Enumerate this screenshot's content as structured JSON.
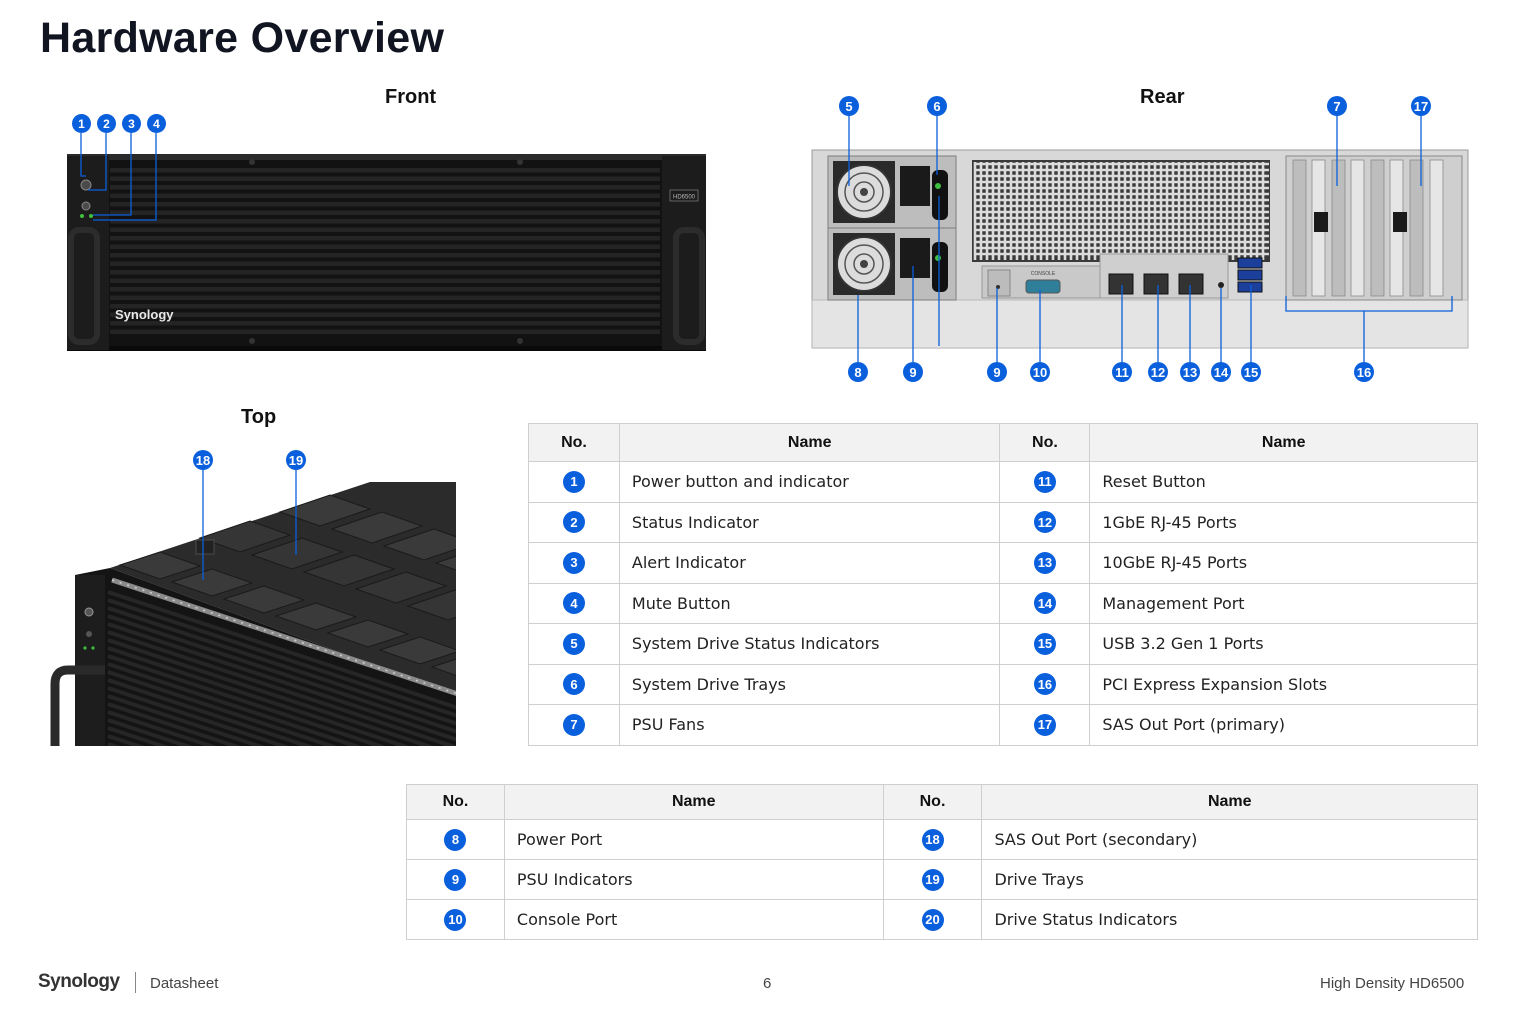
{
  "page": {
    "title": "Hardware Overview",
    "views": {
      "front": "Front",
      "rear": "Rear",
      "top": "Top"
    }
  },
  "front_panel": {
    "brand": "Synology",
    "model_badge": "HD6500"
  },
  "rear_panel": {
    "console_label": "CONSOLE"
  },
  "callouts": {
    "front": [
      "1",
      "2",
      "3",
      "4"
    ],
    "rear_top": [
      "5",
      "6",
      "7",
      "17"
    ],
    "rear_bottom": [
      "8",
      "9",
      "9",
      "10",
      "11",
      "12",
      "13",
      "14",
      "15",
      "16"
    ],
    "top": [
      "18",
      "19"
    ]
  },
  "table1": {
    "headers": [
      "No.",
      "Name",
      "No.",
      "Name"
    ],
    "rows": [
      {
        "n1": "1",
        "name1": "Power button and indicator",
        "n2": "11",
        "name2": "Reset Button"
      },
      {
        "n1": "2",
        "name1": "Status Indicator",
        "n2": "12",
        "name2": "1GbE RJ-45 Ports"
      },
      {
        "n1": "3",
        "name1": "Alert Indicator",
        "n2": "13",
        "name2": "10GbE RJ-45 Ports"
      },
      {
        "n1": "4",
        "name1": "Mute Button",
        "n2": "14",
        "name2": "Management Port"
      },
      {
        "n1": "5",
        "name1": "System Drive Status Indicators",
        "n2": "15",
        "name2": "USB 3.2 Gen 1 Ports"
      },
      {
        "n1": "6",
        "name1": "System Drive Trays",
        "n2": "16",
        "name2": "PCI Express Expansion Slots"
      },
      {
        "n1": "7",
        "name1": "PSU Fans",
        "n2": "17",
        "name2": "SAS Out Port (primary)"
      }
    ]
  },
  "table2": {
    "headers": [
      "No.",
      "Name",
      "No.",
      "Name"
    ],
    "rows": [
      {
        "n1": "8",
        "name1": "Power Port",
        "n2": "18",
        "name2": "SAS Out Port (secondary)"
      },
      {
        "n1": "9",
        "name1": "PSU Indicators",
        "n2": "19",
        "name2": "Drive Trays"
      },
      {
        "n1": "10",
        "name1": "Console Port",
        "n2": "20",
        "name2": "Drive Status Indicators"
      }
    ]
  },
  "footer": {
    "brand": "Synology",
    "doc_type": "Datasheet",
    "page_number": "6",
    "product": "High Density HD6500"
  },
  "colors": {
    "badge": "#0a5fdc",
    "chassis": "#151515",
    "rear_panel": "#d4d4d4",
    "header_bg": "#f2f2f2"
  }
}
